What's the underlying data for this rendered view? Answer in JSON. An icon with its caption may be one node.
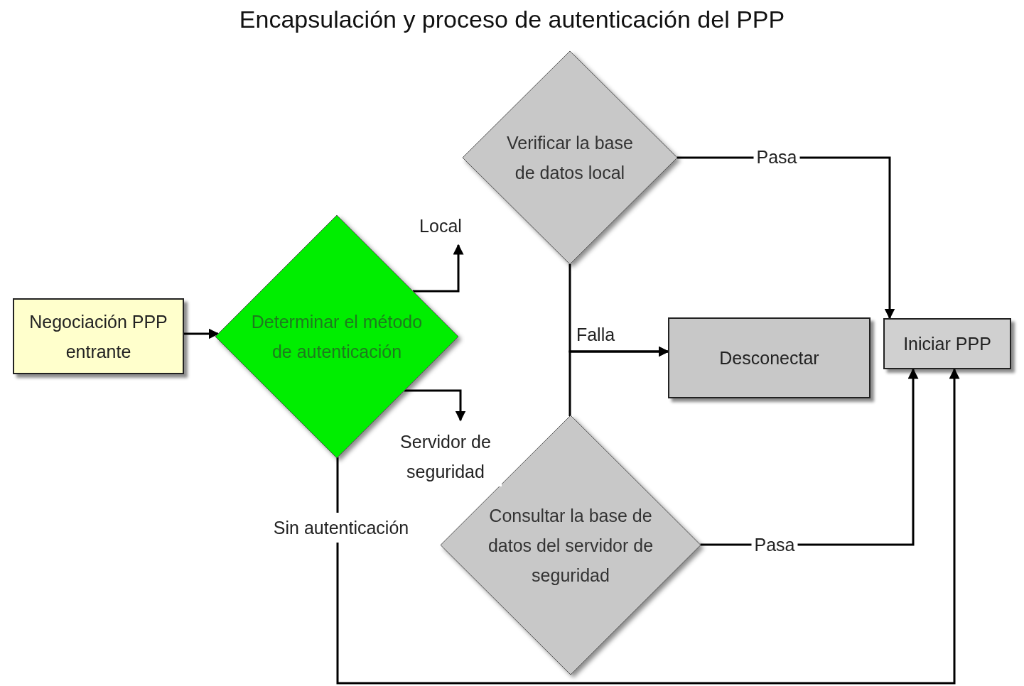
{
  "diagram": {
    "title": "Encapsulación y proceso de autenticación del PPP",
    "nodes": [
      {
        "text": [
          "Negociación PPP entrante"
        ]
      },
      {
        "text": [
          "Determinar el método de autenticación"
        ]
      },
      {
        "text": [
          "Verificar la base de datos local"
        ]
      },
      {
        "text": [
          "Desconectar"
        ]
      },
      {
        "text": [
          "Iniciar PPP"
        ]
      },
      {
        "text": [
          "Consultar la base de datos del servidor de seguridad"
        ]
      }
    ],
    "edges": [
      {
        "from": 0,
        "to": 1,
        "arrow": "to"
      },
      {
        "from": 1,
        "to": null,
        "arrow": "to",
        "label": "Local"
      },
      {
        "from": 1,
        "to": null,
        "arrow": "to",
        "label": "Servidor de seguridad"
      },
      {
        "from": 1,
        "to": 4,
        "arrow": "to",
        "label": "Sin autenticación"
      },
      {
        "from": 2,
        "to": 4,
        "arrow": "to",
        "label": "Pasa"
      },
      {
        "from": 2,
        "to": 3,
        "arrow": "to",
        "label": "Falla"
      },
      {
        "from": 5,
        "to": 3,
        "arrow": "to"
      },
      {
        "from": 5,
        "to": 4,
        "arrow": "to",
        "label": "Pasa"
      }
    ]
  }
}
